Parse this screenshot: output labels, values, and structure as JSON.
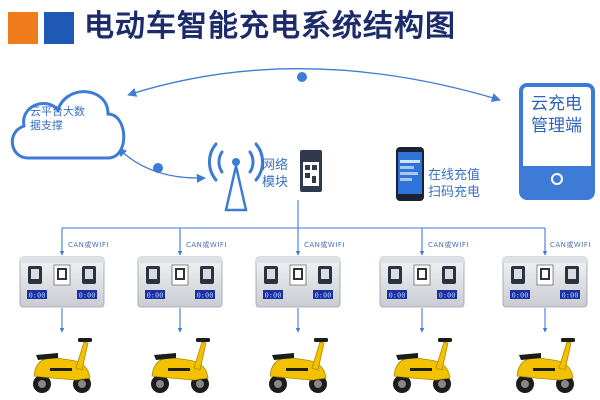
{
  "title": "电动车智能充电系统结构图",
  "nodes": {
    "cloud_label": "云平台大数据支撑",
    "network_label": "网络模块",
    "scan_label": "在线充值扫码充电",
    "mgmt_label": "云充电管理端"
  },
  "bus_label": "CAN或WIFI",
  "chargers": [
    {
      "left_display": "0:00",
      "right_display": "0:00"
    },
    {
      "left_display": "0:00",
      "right_display": "0:00"
    },
    {
      "left_display": "0:00",
      "right_display": "0:00"
    },
    {
      "left_display": "0:00",
      "right_display": "0:00"
    },
    {
      "left_display": "0:00",
      "right_display": "0:00"
    }
  ],
  "colors": {
    "title": "#1c2b6b",
    "accent_orange": "#f07c1c",
    "accent_blue": "#2059b5",
    "line_blue": "#3d7bd6",
    "scooter_yellow": "#f2c100"
  }
}
